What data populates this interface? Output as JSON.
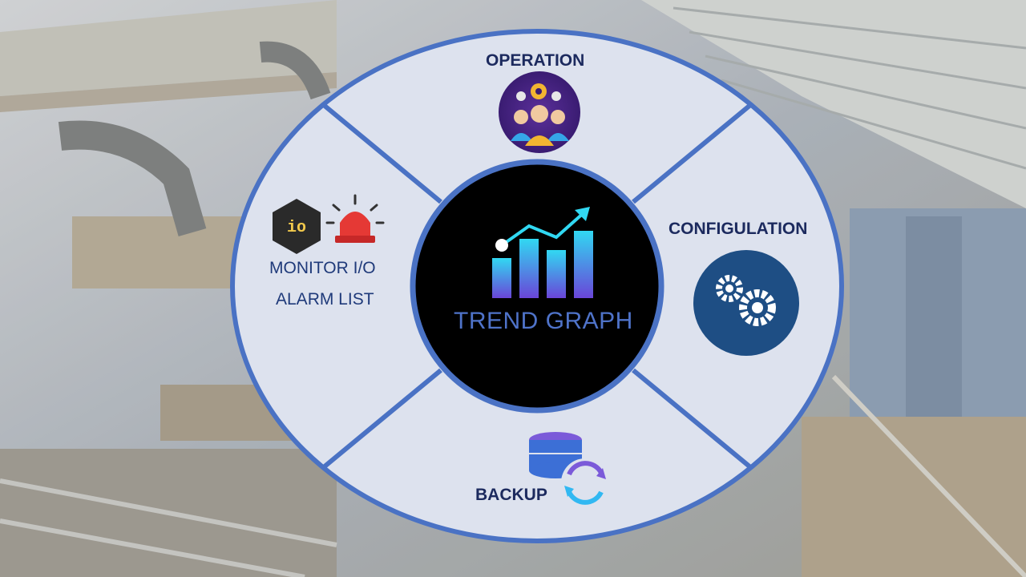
{
  "center": {
    "title": "TREND GRAPH",
    "icon": "trend-chart-icon"
  },
  "segments": {
    "top": {
      "label": "OPERATION",
      "icon": "team-gears-icon"
    },
    "right": {
      "label": "CONFIGULATION",
      "icon": "gears-icon"
    },
    "bottom": {
      "label": "BACKUP",
      "icon": "database-sync-icon"
    },
    "left": {
      "line1": "MONITOR I/O",
      "line2": "ALARM LIST",
      "icons": [
        "io-hexagon-icon",
        "alarm-siren-icon"
      ],
      "io_text": "io"
    }
  },
  "colors": {
    "ring_fill": "#dde2ee",
    "ring_stroke": "#4a72c4",
    "center_fill": "#000000",
    "title_dark": "#1c2a5e",
    "accent_cyan": "#31d8f2",
    "accent_purple": "#6a45d8"
  }
}
